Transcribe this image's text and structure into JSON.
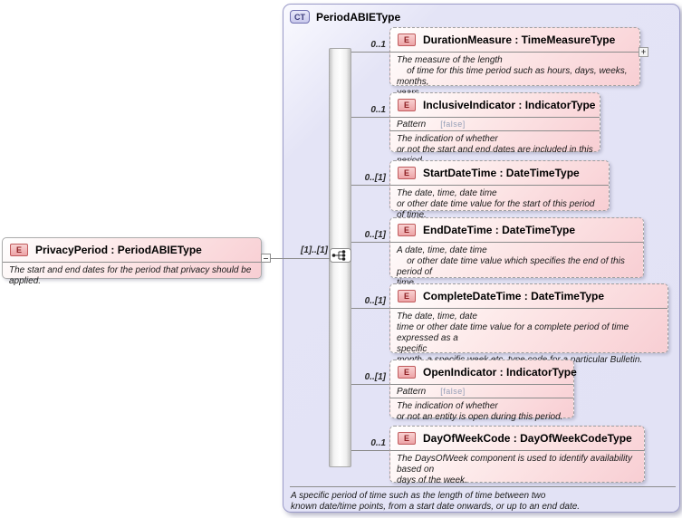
{
  "icons": {
    "element_letter": "E",
    "complex_type_letter": "CT",
    "expand_glyph": "+"
  },
  "root": {
    "title": "PrivacyPeriod : PeriodABIEType",
    "description": "The start and end dates for the period that privacy should be applied.",
    "cardinality": "[1]..[1]"
  },
  "complex_type": {
    "name": "PeriodABIEType",
    "compositor": "sequence",
    "footer": "A specific period of time such as the length of time between two\nknown date/time points, from a start date onwards, or up to an end date."
  },
  "children": [
    {
      "title": "DurationMeasure : TimeMeasureType",
      "cardinality": "0..1",
      "description": "The measure of the length\n    of time for this time period such as hours, days, weeks, months,\nyears."
    },
    {
      "title": "InclusiveIndicator : IndicatorType",
      "cardinality": "0..1",
      "pattern_label": "Pattern",
      "pattern_value": "[false]",
      "description": "The indication of whether\nor not the start and end dates are included in this period."
    },
    {
      "title": "StartDateTime : DateTimeType",
      "cardinality": "0..[1]",
      "description": "The date, time, date time\nor other date time value for the start of this period of time."
    },
    {
      "title": "EndDateTime : DateTimeType",
      "cardinality": "0..[1]",
      "description": "A date, time, date time\n    or other date time value which specifies the end of this period of\ntime."
    },
    {
      "title": "CompleteDateTime : DateTimeType",
      "cardinality": "0..[1]",
      "description": "The date, time, date\ntime or other date time value for a complete period of time expressed as a\nspecific\nmonth, a specific week etc. type code for a particular Bulletin."
    },
    {
      "title": "OpenIndicator : IndicatorType",
      "cardinality": "0..[1]",
      "pattern_label": "Pattern",
      "pattern_value": "[false]",
      "description": "The indication of whether\nor not an entity is open during this period."
    },
    {
      "title": "DayOfWeekCode : DayOfWeekCodeType",
      "cardinality": "0..1",
      "description": "The DaysOfWeek component is used to identify availability based on\ndays of the week."
    }
  ],
  "colors": {
    "container_bg": "#e4e4f6",
    "container_border": "#9a9ac8",
    "element_pink": "#f8ced3",
    "element_border": "#9e9e9e",
    "element_icon_red": "#c05a5c",
    "ct_icon_blue": "#7070b0",
    "connector_line": "#8c8c8c"
  }
}
